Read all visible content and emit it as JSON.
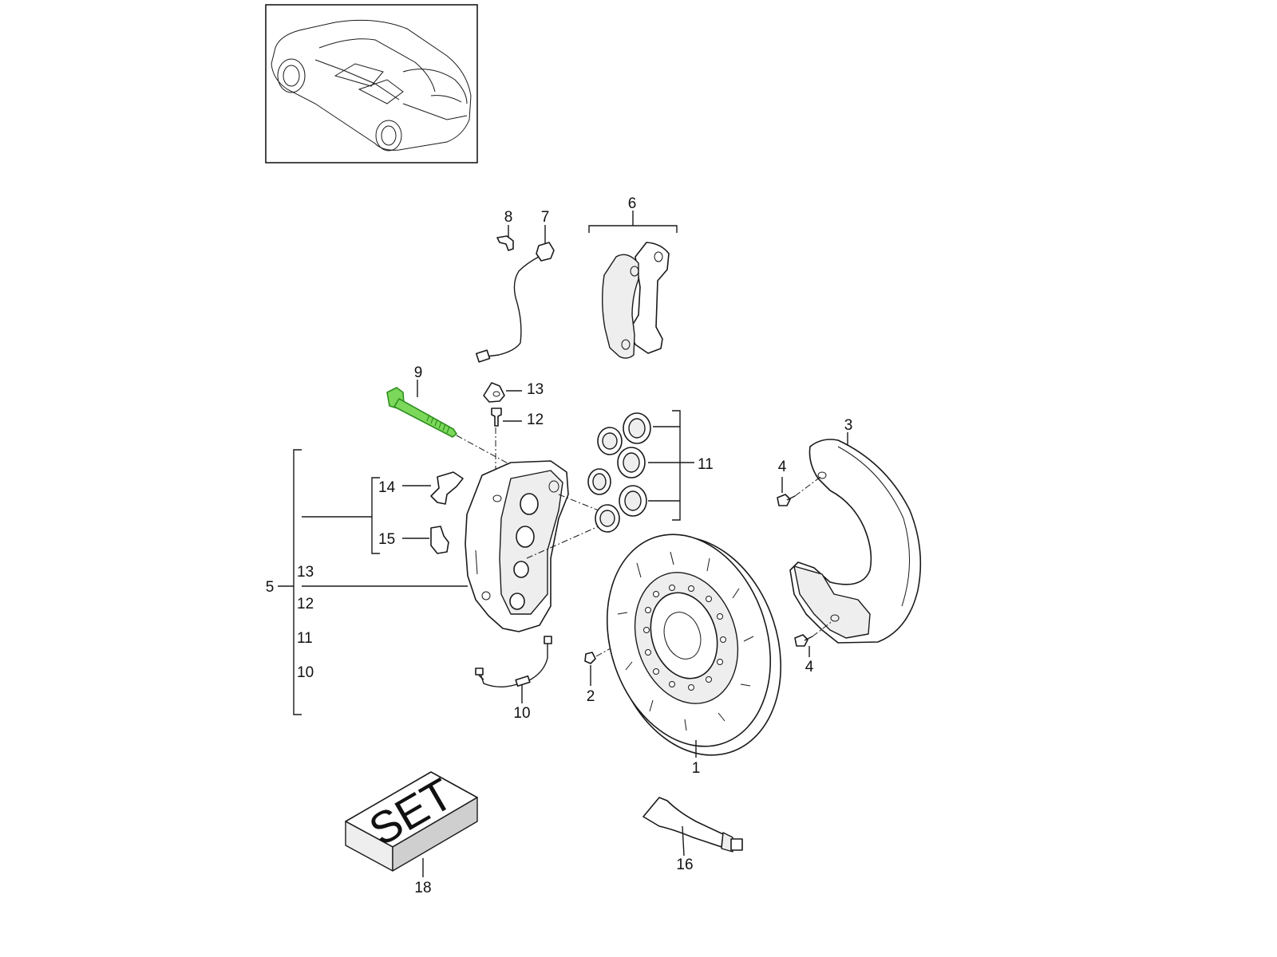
{
  "diagram": {
    "highlighted_part": "9",
    "highlight_color": "#7bd85a",
    "set_label": "SET",
    "callouts": {
      "c1": "1",
      "c2": "2",
      "c3": "3",
      "c4a": "4",
      "c4b": "4",
      "c5": "5",
      "c6": "6",
      "c7": "7",
      "c8": "8",
      "c9": "9",
      "c10": "10",
      "c11": "11",
      "c12": "12",
      "c13": "13",
      "c14": "14",
      "c15": "15",
      "c16": "16",
      "c18": "18",
      "k13": "13",
      "k12": "12",
      "k11": "11",
      "k10": "10"
    }
  }
}
